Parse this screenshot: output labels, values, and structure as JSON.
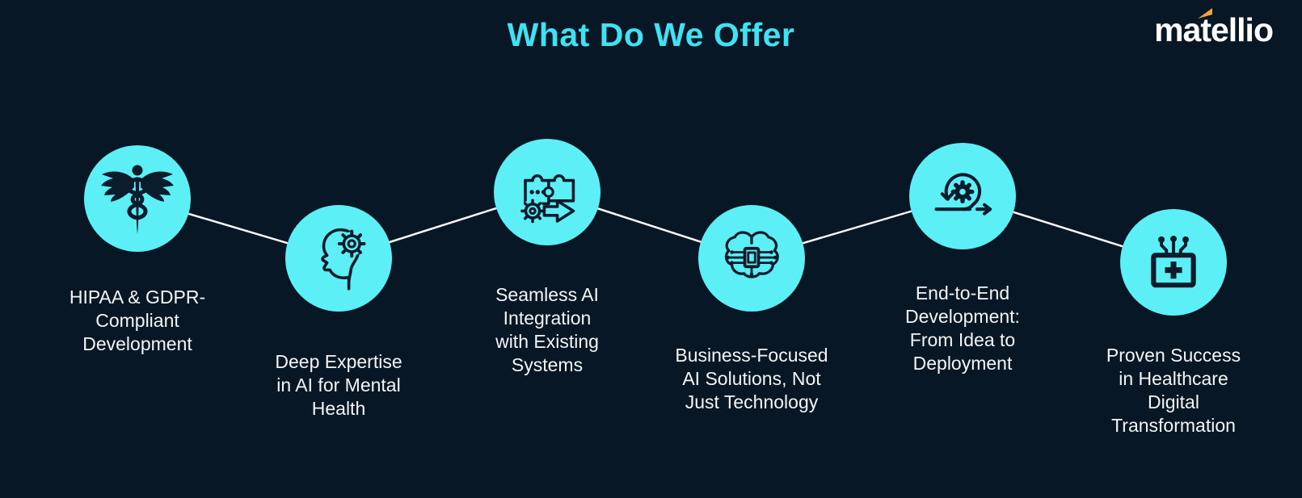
{
  "header": {
    "title": "What Do We Offer",
    "logo_text": "matellio"
  },
  "colors": {
    "background": "#071726",
    "circle": "#5CF0F6",
    "title": "#40E1F0",
    "text": "#F3F5F6",
    "icon": "#0B1D2C",
    "connector": "#FAFAFA",
    "logo": "#FFFFFF",
    "logo_flag": "#F2A33C"
  },
  "offers": [
    {
      "icon": "caduceus-icon",
      "label": "HIPAA & GDPR-\nCompliant\nDevelopment"
    },
    {
      "icon": "head-gear-icon",
      "label": "Deep Expertise\nin AI for Mental\nHealth"
    },
    {
      "icon": "puzzle-integration-icon",
      "label": "Seamless AI\nIntegration\nwith Existing\nSystems"
    },
    {
      "icon": "ai-brain-chip-icon",
      "label": "Business-Focused\nAI Solutions, Not\nJust Technology"
    },
    {
      "icon": "agile-sprint-icon",
      "label": "End-to-End\nDevelopment:\nFrom Idea to\nDeployment"
    },
    {
      "icon": "digital-health-icon",
      "label": "Proven Success\nin Healthcare\nDigital\nTransformation"
    }
  ]
}
